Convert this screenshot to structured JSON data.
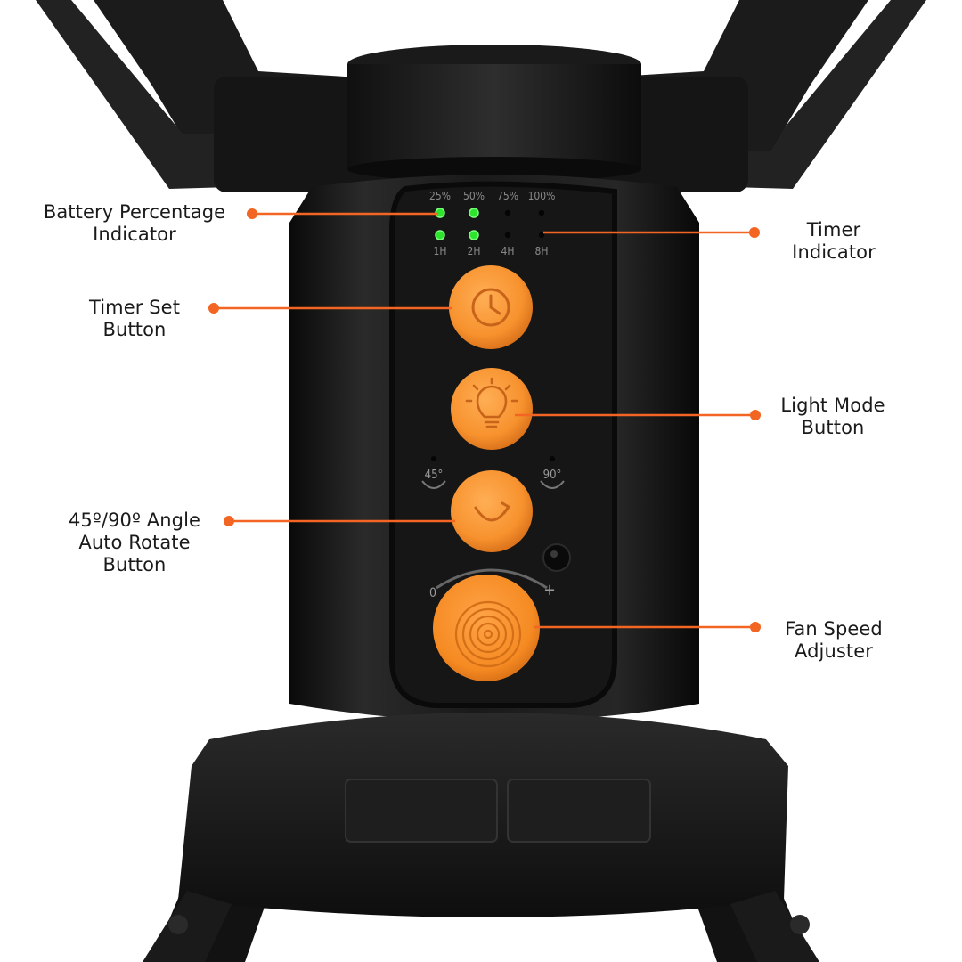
{
  "colors": {
    "accent": "#f26522",
    "button_orange": "#f7922e",
    "body": "#151515",
    "led_on": "#2ee52e",
    "led_off": "#050505"
  },
  "callouts": {
    "battery": {
      "line1": "Battery Percentage",
      "line2": "Indicator"
    },
    "timer_indicator": {
      "line1": "Timer",
      "line2": "Indicator"
    },
    "timer_set": {
      "line1": "Timer Set",
      "line2": "Button"
    },
    "light_mode": {
      "line1": "Light Mode",
      "line2": "Button"
    },
    "angle": {
      "line1": "45º/90º Angle",
      "line2": "Auto Rotate",
      "line3": "Button"
    },
    "fan_speed": {
      "line1": "Fan Speed",
      "line2": "Adjuster"
    }
  },
  "panel": {
    "battery_levels": [
      "25%",
      "50%",
      "75%",
      "100%"
    ],
    "battery_lit": [
      true,
      true,
      false,
      false
    ],
    "timer_levels": [
      "1H",
      "2H",
      "4H",
      "8H"
    ],
    "timer_lit": [
      true,
      true,
      false,
      false
    ],
    "angle_left": "45°",
    "angle_right": "90°",
    "speed_min": "0",
    "speed_max": "+"
  },
  "icons": {
    "timer_button": "clock-icon",
    "light_button": "bulb-icon",
    "rotate_button": "rotate-icon",
    "fan_knob": "concentric-rings-icon"
  }
}
